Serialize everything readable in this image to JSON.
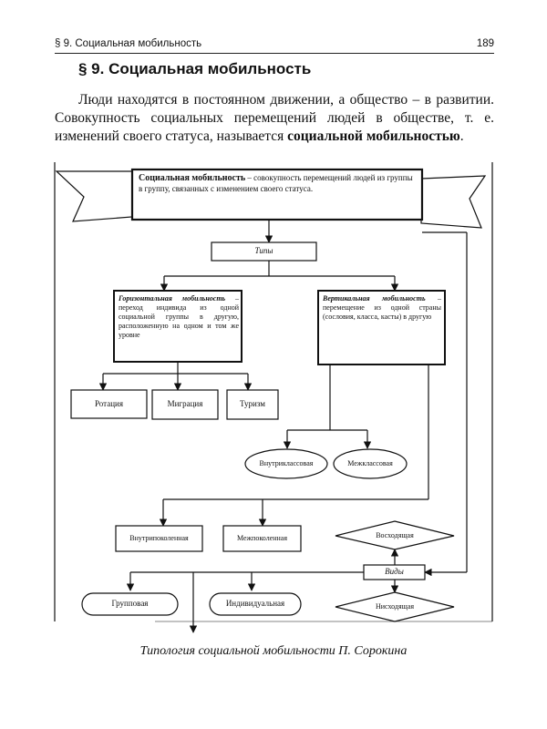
{
  "header": {
    "section": "§ 9. Социальная мобильность",
    "page_number": "189"
  },
  "section_title": "§ 9. Социальная мобильность",
  "paragraph": {
    "text": "Люди находятся в постоянном движении, а общество – в развитии. Совокупность социальных перемещений людей в обществе, т. е. изменений своего статуса, называется ",
    "term": "социальной мобильностью",
    "end": "."
  },
  "diagram": {
    "banner": {
      "term": "Социальная мобильность",
      "definition": " – совокупность перемещений людей из группы в группу, связанных с изменением своего статуса."
    },
    "types_label": "Типы",
    "horizontal": {
      "term": "Горизонтальная мобильность",
      "definition": " – переход индивида из одной социальной группы в другую, расположенную на одном и том же уровне"
    },
    "vertical": {
      "term": "Вертикальная мобильность",
      "definition": " – перемещение из одной страны (сословия, класса, касты) в другую"
    },
    "horizontal_children": [
      "Ротация",
      "Миграция",
      "Туризм"
    ],
    "vertical_children": [
      "Внутриклассовая",
      "Межклассовая"
    ],
    "generation": [
      "Внутрипоколенная",
      "Межпоколенная"
    ],
    "kinds_label": "Виды",
    "direction": [
      "Восходящая",
      "Нисходящая"
    ],
    "scope": [
      "Групповая",
      "Индивидуальная"
    ]
  },
  "caption": "Типология социальной мобильности П. Сорокина"
}
